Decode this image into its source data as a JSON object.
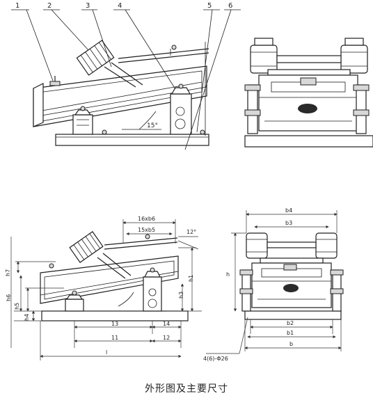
{
  "caption": "外形图及主要尺寸",
  "top_side_view": {
    "callouts": [
      "1",
      "2",
      "3",
      "4",
      "5",
      "6"
    ],
    "angle_label": "15°"
  },
  "bottom_side_view": {
    "dimensions": {
      "l6b6": "16xb6",
      "l5b5": "15xb5",
      "angle": "12°",
      "h7": "h7",
      "h6": "h6",
      "h5": "h5",
      "h4": "h4",
      "h3": "h3",
      "h1": "h1",
      "l3": "13",
      "l4": "14",
      "l1": "11",
      "l2": "12",
      "l": "l"
    }
  },
  "bottom_end_view": {
    "dimensions": {
      "b4": "b4",
      "b3": "b3",
      "h": "h",
      "b2": "b2",
      "b1": "b1",
      "b": "b",
      "bolts": "4(6)-Φ26"
    }
  }
}
